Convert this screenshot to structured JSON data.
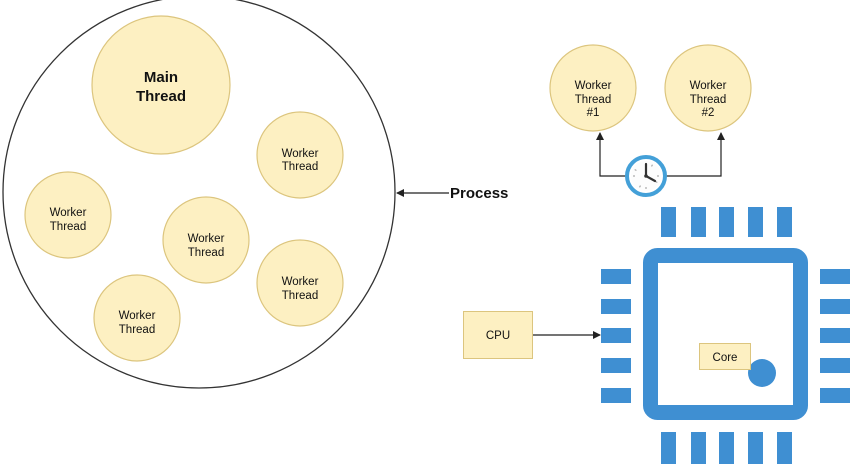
{
  "colors": {
    "thread_fill": "#fdf0c2",
    "thread_stroke": "#d9c27a",
    "chip_blue": "#3f8fd2",
    "line": "#222222"
  },
  "process": {
    "label": "Process",
    "main_thread": {
      "line1": "Main",
      "line2": "Thread"
    },
    "workers": [
      {
        "line1": "Worker",
        "line2": "Thread"
      },
      {
        "line1": "Worker",
        "line2": "Thread"
      },
      {
        "line1": "Worker",
        "line2": "Thread"
      },
      {
        "line1": "Worker",
        "line2": "Thread"
      },
      {
        "line1": "Worker",
        "line2": "Thread"
      }
    ]
  },
  "scheduling": {
    "worker1": {
      "line1": "Worker",
      "line2": "Thread",
      "line3": "#1"
    },
    "worker2": {
      "line1": "Worker",
      "line2": "Thread",
      "line3": "#2"
    },
    "clock_icon": "clock-icon"
  },
  "cpu": {
    "label": "CPU",
    "core_label": "Core",
    "chip_icon": "cpu-chip-icon"
  }
}
